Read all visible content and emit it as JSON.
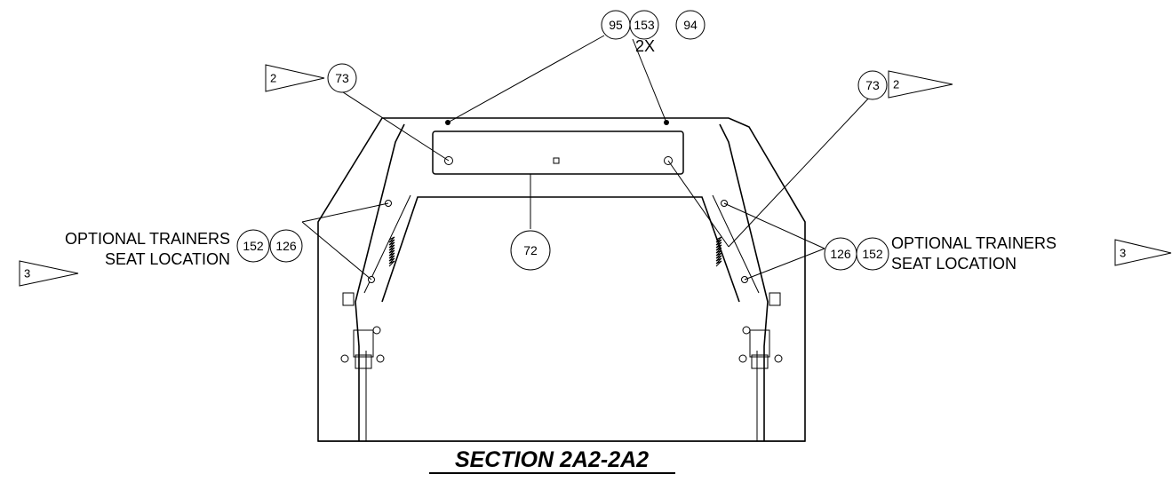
{
  "section_title": "SECTION 2A2-2A2",
  "quantity_note": "2X",
  "callouts": {
    "top_left": "95",
    "top_mid": "153",
    "top_right": "94",
    "left_upper": "73",
    "right_upper": "73",
    "center_lower": "72",
    "left_a": "152",
    "left_b": "126",
    "right_a": "126",
    "right_b": "152"
  },
  "flags": {
    "left_upper": "2",
    "right_upper": "2",
    "left_lower": "3",
    "right_lower": "3"
  },
  "labels": {
    "left_line1": "OPTIONAL TRAINERS",
    "left_line2": "SEAT LOCATION",
    "right_line1": "OPTIONAL TRAINERS",
    "right_line2": "SEAT LOCATION"
  }
}
